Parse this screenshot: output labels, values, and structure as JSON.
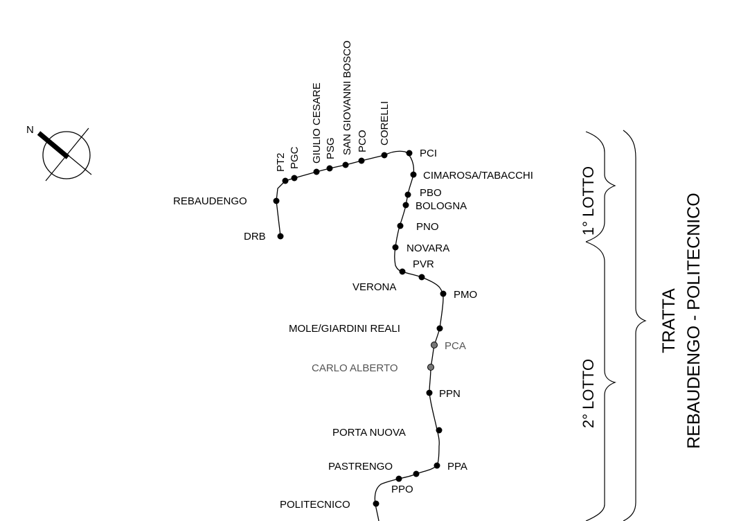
{
  "compass": {
    "north_label": "N",
    "icon": "compass-north-arrow"
  },
  "colors": {
    "ink": "#000000",
    "secondary_station": "#555555",
    "background": "#ffffff"
  },
  "line": {
    "stations": {
      "drb": "DRB",
      "rebaudengo": "REBAUDENGO",
      "pt2": "PT2",
      "pgc": "PGC",
      "giulio_cesare": "GIULIO CESARE",
      "psg": "PSG",
      "san_giovanni_bosco": "SAN GIOVANNI BOSCO",
      "pco": "PCO",
      "corelli": "CORELLI",
      "pci": "PCI",
      "cimarosa_tabacchi": "CIMAROSA/TABACCHI",
      "pbo": "PBO",
      "bologna": "BOLOGNA",
      "pno": "PNO",
      "novara": "NOVARA",
      "pvr": "PVR",
      "verona": "VERONA",
      "pmo": "PMO",
      "mole_giardini_reali": "MOLE/GIARDINI REALI",
      "pca": "PCA",
      "carlo_alberto": "CARLO ALBERTO",
      "ppn": "PPN",
      "porta_nuova": "PORTA NUOVA",
      "pastrengo": "PASTRENGO",
      "ppa": "PPA",
      "ppo": "PPO",
      "politecnico": "POLITECNICO"
    }
  },
  "lots": {
    "lot1": "1° LOTTO",
    "lot2": "2° LOTTO"
  },
  "section": {
    "line1": "TRATTA",
    "line2": "REBAUDENGO - POLITECNICO"
  }
}
